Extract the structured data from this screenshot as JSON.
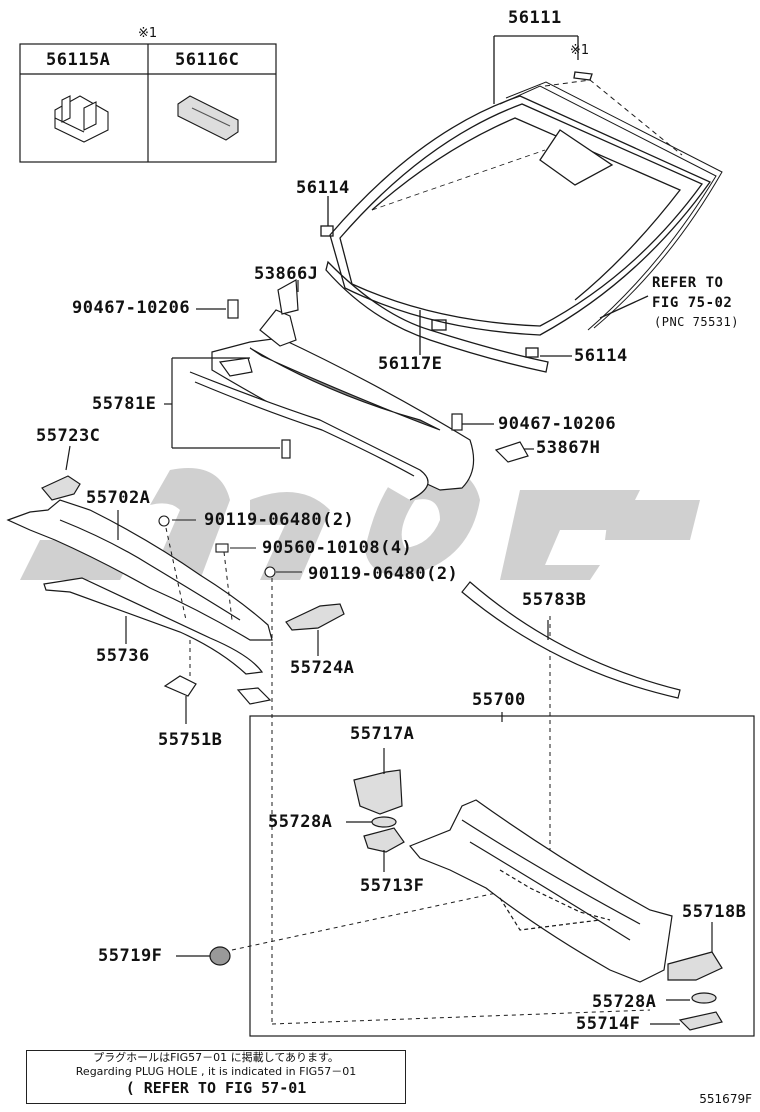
{
  "inset": {
    "mark": "※1",
    "col1": "56115A",
    "col2": "56116C"
  },
  "labels": {
    "p56111": "56111",
    "p56111_mark": "※1",
    "p56114_top": "56114",
    "p53866J": "53866J",
    "p90467_left": "90467-10206",
    "p55781E": "55781E",
    "p56117E": "56117E",
    "p56114_bottom": "56114",
    "refer_l1": "REFER TO",
    "refer_l2": "FIG 75-02",
    "refer_l3": "(PNC 75531)",
    "p90467_right": "90467-10206",
    "p53867H": "53867H",
    "p55723C": "55723C",
    "p55702A": "55702A",
    "p90119_a": "90119-06480(2)",
    "p90560": "90560-10108(4)",
    "p90119_b": "90119-06480(2)",
    "p55783B": "55783B",
    "p55736": "55736",
    "p55724A": "55724A",
    "p55700": "55700",
    "p55751B": "55751B",
    "p55717A": "55717A",
    "p55728A_a": "55728A",
    "p55713F": "55713F",
    "p55718B": "55718B",
    "p55719F": "55719F",
    "p55728A_b": "55728A",
    "p55714F": "55714F"
  },
  "note": {
    "line1": "プラグホールはFIG57－01 に掲載してあります。",
    "line2": "Regarding PLUG HOLE , it is indicated in FIG57－01",
    "line3": "( REFER TO FIG 57-01"
  },
  "drawing_number": "551679F",
  "colors": {
    "line": "#1a1a1a",
    "watermark": "#c8c8c8"
  }
}
